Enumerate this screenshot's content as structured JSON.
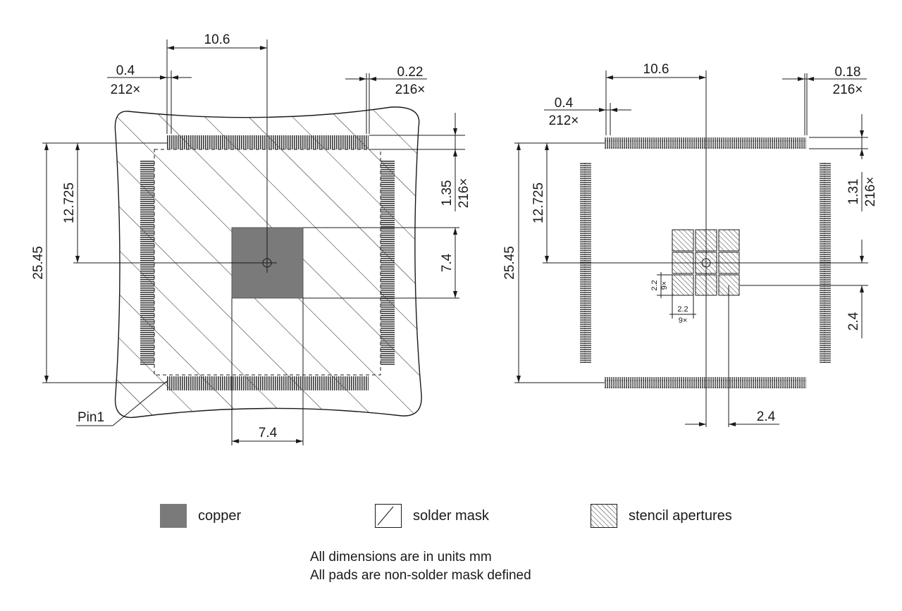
{
  "left_view": {
    "dims": {
      "top_width": "10.6",
      "pitch_top": "0.4",
      "pitch_top_count": "212×",
      "width_right": "0.22",
      "width_right_count": "216×",
      "pad_len": "1.35",
      "pad_len_count": "216×",
      "half_span": "12.725",
      "span": "25.45",
      "epad_h": "7.4",
      "epad_w": "7.4"
    },
    "pin1_label": "Pin1"
  },
  "right_view": {
    "dims": {
      "top_width": "10.6",
      "pitch_top": "0.4",
      "pitch_top_count": "212×",
      "width_right": "0.18",
      "width_right_count": "216×",
      "pad_len": "1.31",
      "pad_len_count": "216×",
      "half_span": "12.725",
      "span": "25.45",
      "aperture_v": "2.2",
      "aperture_v_count": "9×",
      "aperture_h": "2.2",
      "aperture_h_count": "9×",
      "offset_v": "2.4",
      "offset_h": "2.4"
    }
  },
  "legend": [
    {
      "label": "copper",
      "icon": "copper-swatch"
    },
    {
      "label": "solder mask",
      "icon": "solder-mask-swatch"
    },
    {
      "label": "stencil apertures",
      "icon": "stencil-swatch"
    }
  ],
  "notes": [
    "All dimensions are in units mm",
    "All pads are non-solder mask defined"
  ],
  "colors": {
    "copper": "#7a7a7a",
    "line": "#1a1a1a",
    "pad_dark": "#3a3a3a"
  }
}
